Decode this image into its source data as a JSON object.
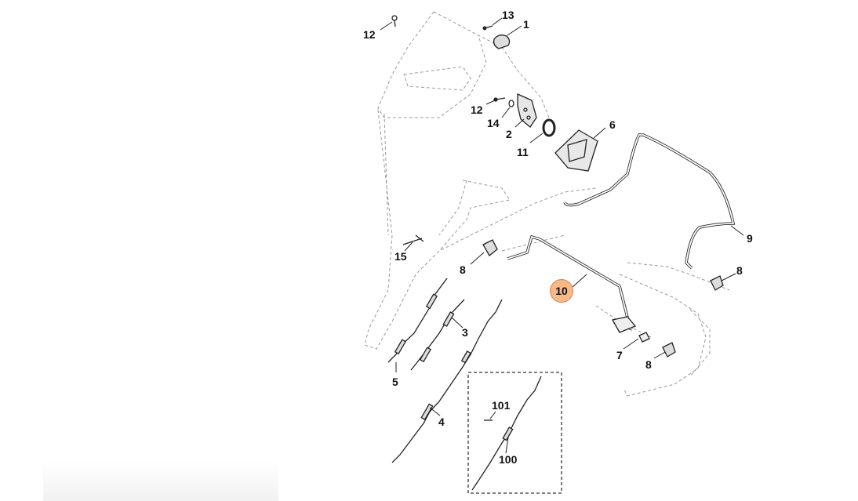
{
  "callouts": {
    "c1": "1",
    "c2": "2",
    "c3": "3",
    "c4": "4",
    "c5": "5",
    "c6": "6",
    "c7": "7",
    "c8a": "8",
    "c8b": "8",
    "c8c": "8",
    "c9": "9",
    "c10": "10",
    "c11": "11",
    "c12a": "12",
    "c12b": "12",
    "c13": "13",
    "c14": "14",
    "c15": "15",
    "c100": "100",
    "c101": "101"
  },
  "colors": {
    "line": "#222222",
    "ghost": "#9a9a9a",
    "highlight_fill": "#f5b98a",
    "highlight_border": "#e0824a"
  },
  "highlighted_part": "10"
}
